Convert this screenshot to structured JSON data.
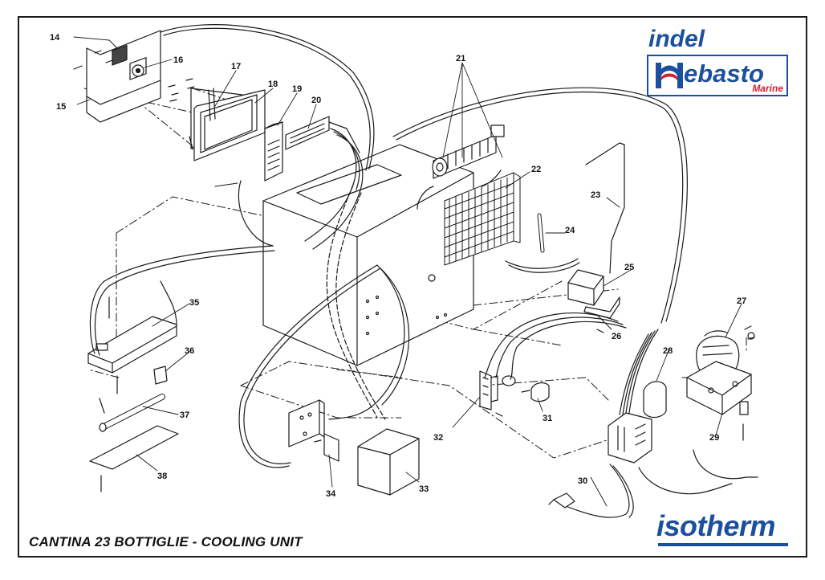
{
  "diagram": {
    "footer_title": "CANTINA 23 BOTTIGLIE - COOLING UNIT",
    "brand_top": {
      "word1": "indel",
      "word2": "ebasto",
      "word3": "Marine",
      "colors": {
        "blue": "#1b4fa0",
        "red": "#d3212b"
      }
    },
    "brand_bottom": {
      "word": "isotherm",
      "color": "#1b4fa0"
    },
    "callouts": [
      "14",
      "15",
      "16",
      "17",
      "18",
      "19",
      "20",
      "21",
      "22",
      "23",
      "24",
      "25",
      "26",
      "27",
      "28",
      "29",
      "30",
      "31",
      "32",
      "33",
      "34",
      "35",
      "36",
      "37",
      "38"
    ],
    "line_color": "#1a1a1a"
  }
}
